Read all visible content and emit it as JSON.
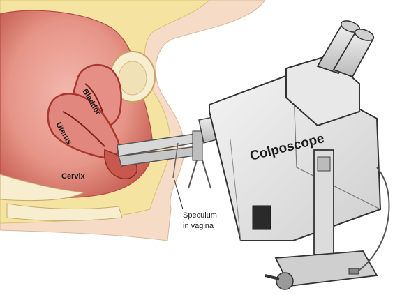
{
  "labels": {
    "bladder": "Bladder",
    "uterus": "Uterus",
    "cervix": "Cervix",
    "speculum_line1": "Speculum",
    "speculum_line2": "in vagina",
    "colposcope": "Colposcope"
  },
  "colors": {
    "tissue_pink": "#e9a39a",
    "tissue_deep": "#c8574d",
    "fat_yellow": "#f4e3a1",
    "bone": "#f7eed0",
    "skin": "#f6dcc6",
    "instrument_gray": "#dcdcdc"
  }
}
